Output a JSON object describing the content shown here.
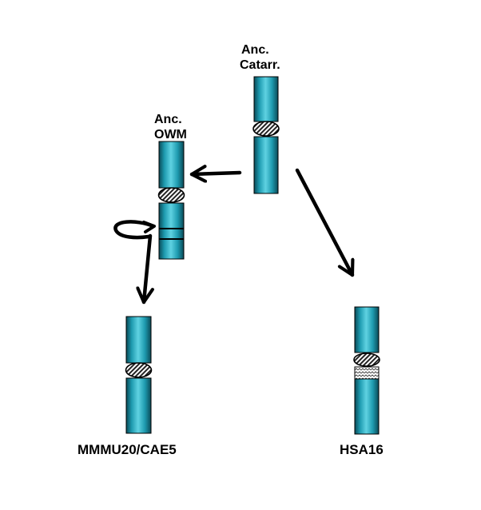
{
  "labels": {
    "anc_catarr_line1": "Anc.",
    "anc_catarr_line2": "Catarr.",
    "anc_owm_line1": "Anc.",
    "anc_owm_line2": "OWM",
    "mmmu": "MMMU20/CAE5",
    "hsa": "HSA16"
  },
  "colors": {
    "chromosome": "#1e9bb0",
    "chromosome_dark": "#0a4a57",
    "chromosome_light": "#5fd2e2",
    "outline": "#000000"
  }
}
